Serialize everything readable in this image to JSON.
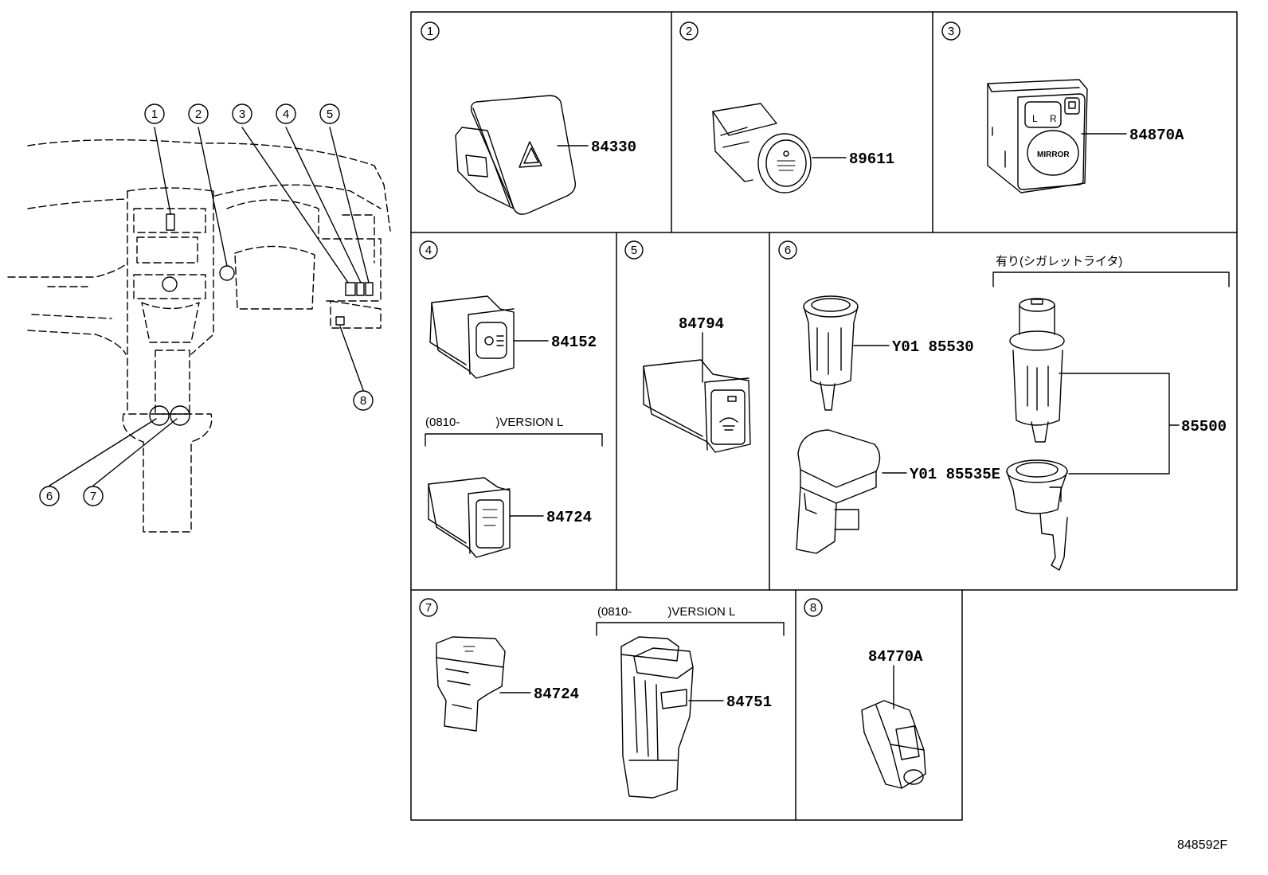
{
  "overview_callouts": [
    "1",
    "2",
    "3",
    "4",
    "5",
    "6",
    "7",
    "8"
  ],
  "panels": [
    {
      "num": "1",
      "parts": [
        "84330"
      ]
    },
    {
      "num": "2",
      "parts": [
        "89611"
      ]
    },
    {
      "num": "3",
      "parts": [
        "84870A"
      ]
    },
    {
      "num": "4",
      "parts": [
        "84152",
        "84724"
      ],
      "note": "(0810-　　　)VERSION L"
    },
    {
      "num": "5",
      "parts": [
        "84794"
      ]
    },
    {
      "num": "6",
      "parts": [
        "Y01 85530",
        "Y01 85535E",
        "85500"
      ],
      "note": "有り(シガレットライタ)"
    },
    {
      "num": "7",
      "parts": [
        "84724",
        "84751"
      ],
      "note": "(0810-　　　)VERSION L"
    },
    {
      "num": "8",
      "parts": [
        "84770A"
      ]
    }
  ],
  "button_text": {
    "mirror": "MIRROR",
    "mirror_l": "L",
    "mirror_r": "R"
  },
  "diagram_code": "848592F"
}
